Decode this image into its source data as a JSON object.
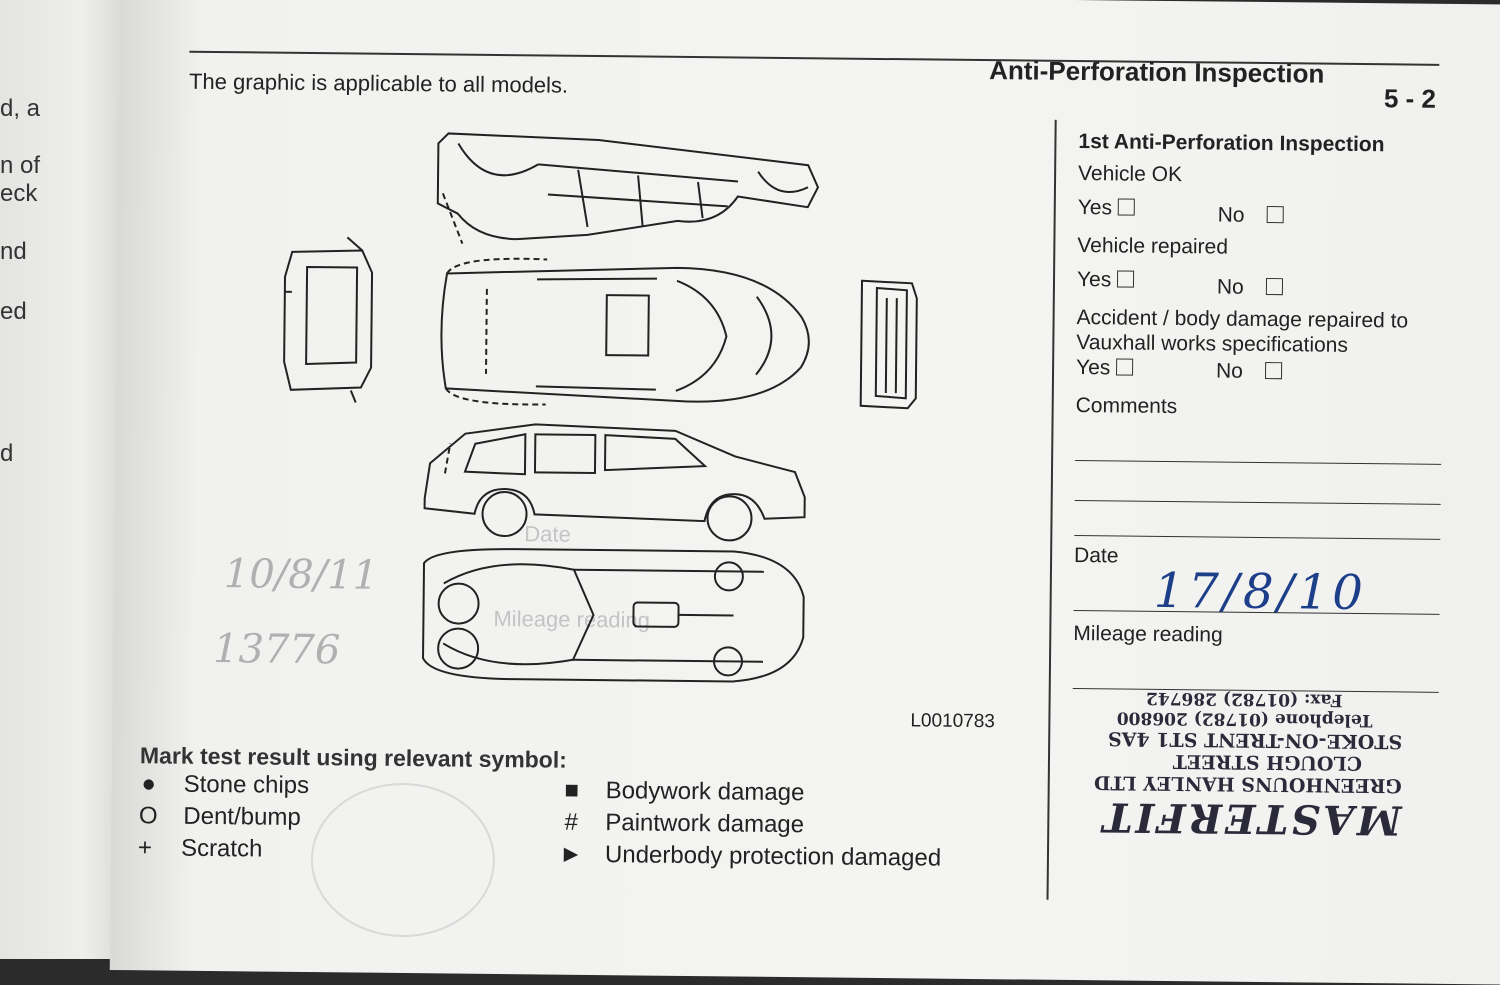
{
  "left_page": {
    "fragments": [
      "d, a",
      "n of",
      "eck",
      "nd",
      "ed",
      "d"
    ]
  },
  "header": {
    "title": "Anti-Perforation Inspection",
    "page_number": "5 - 2"
  },
  "intro": "The graphic is applicable to all models.",
  "form": {
    "heading": "1st Anti-Perforation Inspection",
    "vehicle_ok": "Vehicle OK",
    "vehicle_repaired": "Vehicle repaired",
    "accident_line1": "Accident / body damage repaired to",
    "accident_line2": "Vauxhall works specifications",
    "yes": "Yes",
    "no": "No",
    "comments": "Comments",
    "date_label": "Date",
    "date_value": "17/8/10",
    "mileage_label": "Mileage reading"
  },
  "stamp": {
    "brand": "MASTERFIT",
    "line1": "GREENHOUNS HANLEY LTD",
    "line2": "CLOUGH STREET",
    "line3": "STOKE-ON-TRENT ST1 4AS",
    "line4": "Telephone (01782) 206800",
    "line5": "Fax: (01782) 286742"
  },
  "image_code": "L0010783",
  "legend": {
    "title": "Mark test result using relevant symbol:",
    "items": [
      {
        "symbol": "●",
        "label": "Stone chips"
      },
      {
        "symbol": "O",
        "label": "Dent/bump"
      },
      {
        "symbol": "+",
        "label": "Scratch"
      },
      {
        "symbol": "■",
        "label": "Bodywork damage"
      },
      {
        "symbol": "#",
        "label": "Paintwork damage"
      },
      {
        "symbol": "►",
        "label": "Underbody protection damaged"
      }
    ]
  },
  "show_through": {
    "date": "Date",
    "mileage": "Mileage reading",
    "pen_date": "10/8/11",
    "pen_mileage": "13776"
  }
}
